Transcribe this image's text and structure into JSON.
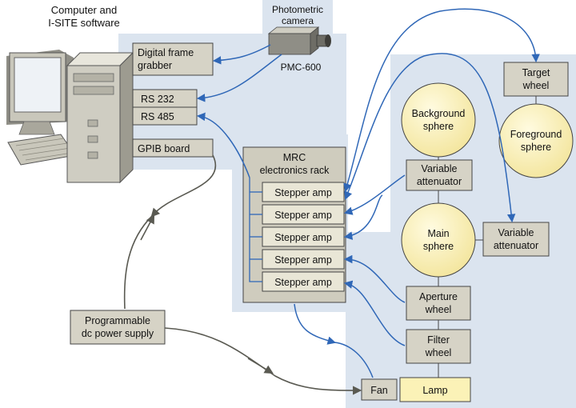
{
  "computer": {
    "label_line1": "Computer and",
    "label_line2": "I-SITE software"
  },
  "camera": {
    "label_line1": "Photometric",
    "label_line2": "camera",
    "model": "PMC-600"
  },
  "interfaces": {
    "frame_grabber_line1": "Digital frame",
    "frame_grabber_line2": "grabber",
    "rs232": "RS 232",
    "rs485": "RS 485",
    "gpib": "GPIB board"
  },
  "rack": {
    "title_line1": "MRC",
    "title_line2": "electronics rack",
    "amps": [
      "Stepper amp",
      "Stepper amp",
      "Stepper amp",
      "Stepper amp",
      "Stepper amp"
    ]
  },
  "power_supply": {
    "line1": "Programmable",
    "line2": "dc power supply"
  },
  "spheres": {
    "background": [
      "Background",
      "sphere"
    ],
    "main": [
      "Main",
      "sphere"
    ],
    "foreground": [
      "Foreground",
      "sphere"
    ]
  },
  "components": {
    "target_wheel": [
      "Target",
      "wheel"
    ],
    "variable_attenuator_1": [
      "Variable",
      "attenuator"
    ],
    "variable_attenuator_2": [
      "Variable",
      "attenuator"
    ],
    "aperture_wheel": [
      "Aperture",
      "wheel"
    ],
    "filter_wheel": [
      "Filter",
      "wheel"
    ],
    "fan": "Fan",
    "lamp": "Lamp"
  },
  "colors": {
    "panel": "#dbe4ef",
    "box": "#d6d3c6",
    "sphere": "#fbf2b7",
    "connector_blue": "#2f67b7",
    "cable": "#5a5a52"
  }
}
